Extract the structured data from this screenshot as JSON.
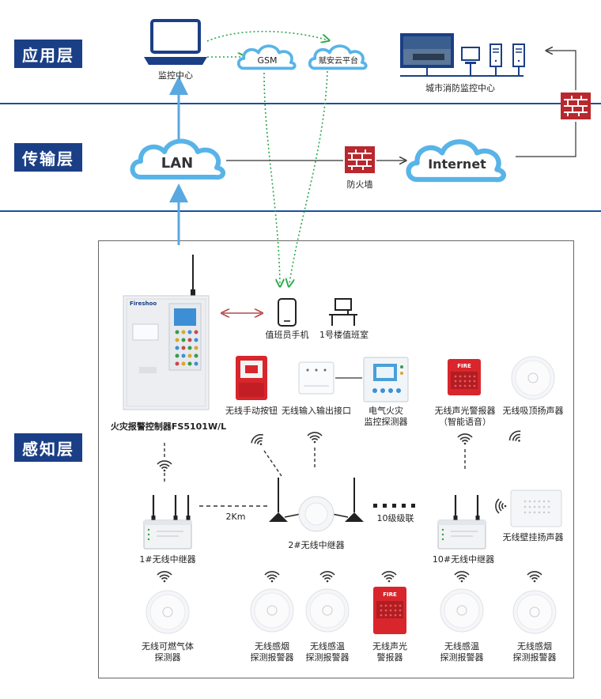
{
  "layers": {
    "application": "应用层",
    "transport": "传输层",
    "perception": "感知层"
  },
  "top": {
    "monitor_center": "监控中心",
    "gsm": "GSM",
    "cloud_platform": "赋安云平台",
    "city_center": "城市消防监控中心"
  },
  "transport": {
    "lan": "LAN",
    "firewall": "防火墙",
    "internet": "Internet"
  },
  "perception": {
    "controller": "火灾报警控制器FS5101W/L",
    "phone": "值班员手机",
    "duty_room": "1号楼值班室",
    "manual_button": "无线手动按钮",
    "io_interface": "无线输入输出接口",
    "electrical_fire_1": "电气火灾",
    "electrical_fire_2": "监控探测器",
    "sound_light_1": "无线声光警报器",
    "sound_light_2": "（智能语音）",
    "ceiling_speaker": "无线吸顶扬声器",
    "repeater_1": "1#无线中继器",
    "repeater_2": "2#无线中继器",
    "repeater_10": "10#无线中继器",
    "distance": "2Km",
    "cascade": "10级级联",
    "wall_speaker": "无线壁挂扬声器",
    "gas_1": "无线可燃气体",
    "gas_2": "探测器",
    "smoke_a_1": "无线感烟",
    "smoke_a_2": "探测报警器",
    "temp_a_1": "无线感温",
    "temp_a_2": "探测报警器",
    "sounder_1": "无线声光",
    "sounder_2": "警报器",
    "temp_b_1": "无线感温",
    "temp_b_2": "探测报警器",
    "smoke_b_1": "无线感烟",
    "smoke_b_2": "探测报警器",
    "fire_text": "FIRE",
    "brand": "Fireshoo"
  },
  "colors": {
    "layer_bg": "#1b3f86",
    "line_blue": "#1b4fa0",
    "cloud_stroke": "#58b4e8",
    "firewall_red": "#b8282e",
    "green_dots": "#2aa84a",
    "arrow_blue": "#5aa8e0"
  }
}
